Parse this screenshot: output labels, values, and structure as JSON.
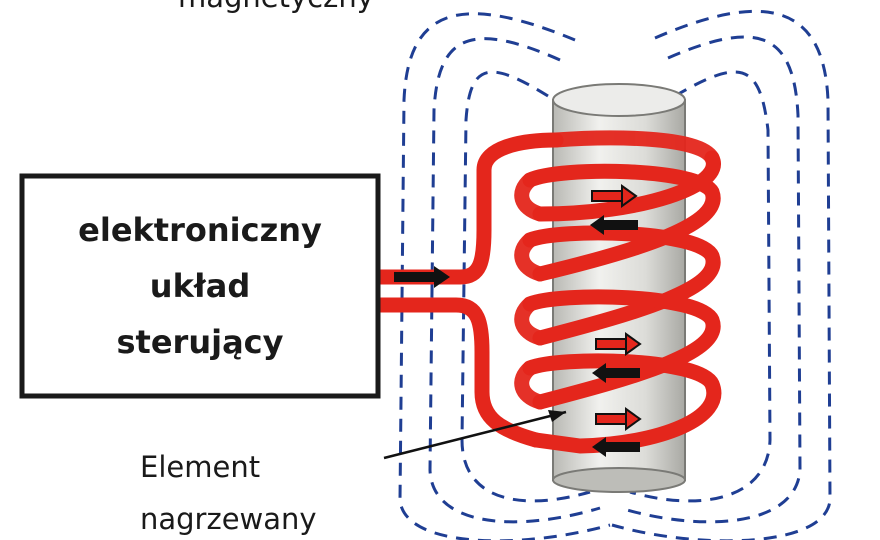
{
  "top_label_partial": "magnetyczny",
  "controller": {
    "lines": [
      "elektroniczny",
      "układ",
      "sterujący"
    ]
  },
  "workpiece_label": {
    "line1": "Element",
    "line2": "nagrzewany"
  },
  "colors": {
    "coil": "#e4261c",
    "field_lines": "#1f3e93",
    "cylinder": "#dededa",
    "arrow_dark": "#111111",
    "arrow_red": "#e4261c",
    "box_border": "#1a1a1a"
  }
}
